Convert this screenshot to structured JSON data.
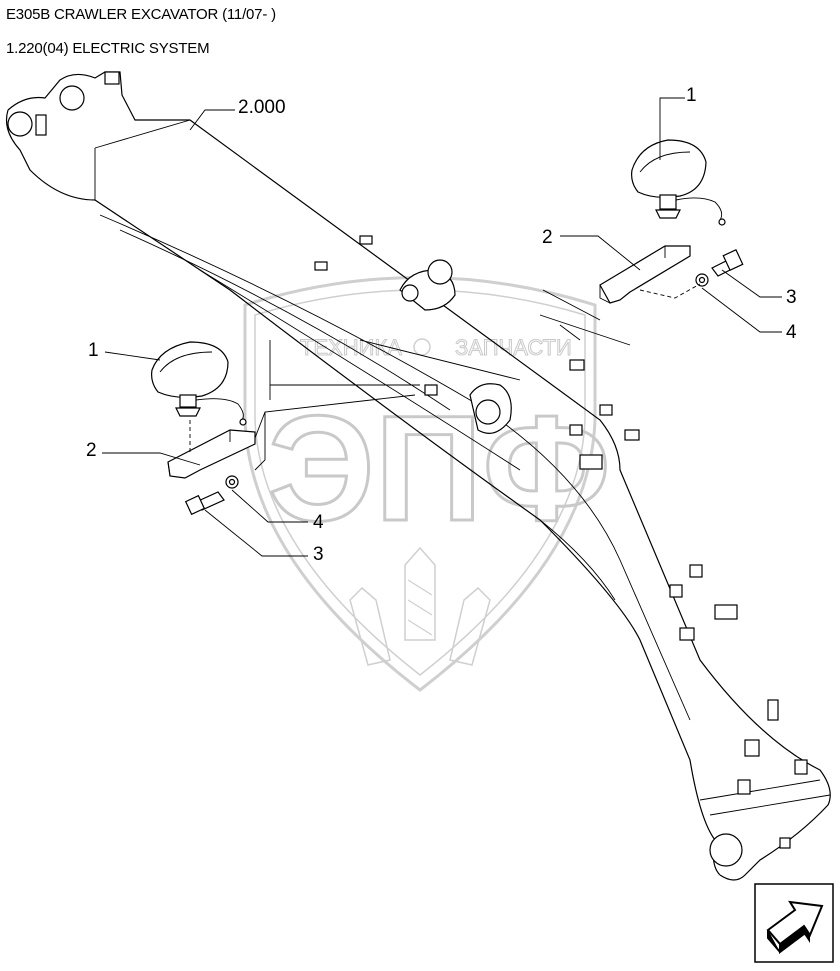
{
  "header": {
    "title": "E305B CRAWLER EXCAVATOR (11/07- )",
    "subtitle": "1.220(04) ELECTRIC SYSTEM"
  },
  "callouts": {
    "assembly": "2.000",
    "lamp_top": "1",
    "bracket_top": "2",
    "bolt_top": "3",
    "washer_top": "4",
    "lamp_left": "1",
    "bracket_left": "2",
    "washer_left": "4",
    "bolt_left": "3"
  },
  "watermark": {
    "left_word": "ТЕХНИКА",
    "right_word": "ЗАПЧАСТИ",
    "logo_letters": "ЭПФ"
  },
  "nav": {
    "next_icon": "next-page-arrow-icon"
  }
}
